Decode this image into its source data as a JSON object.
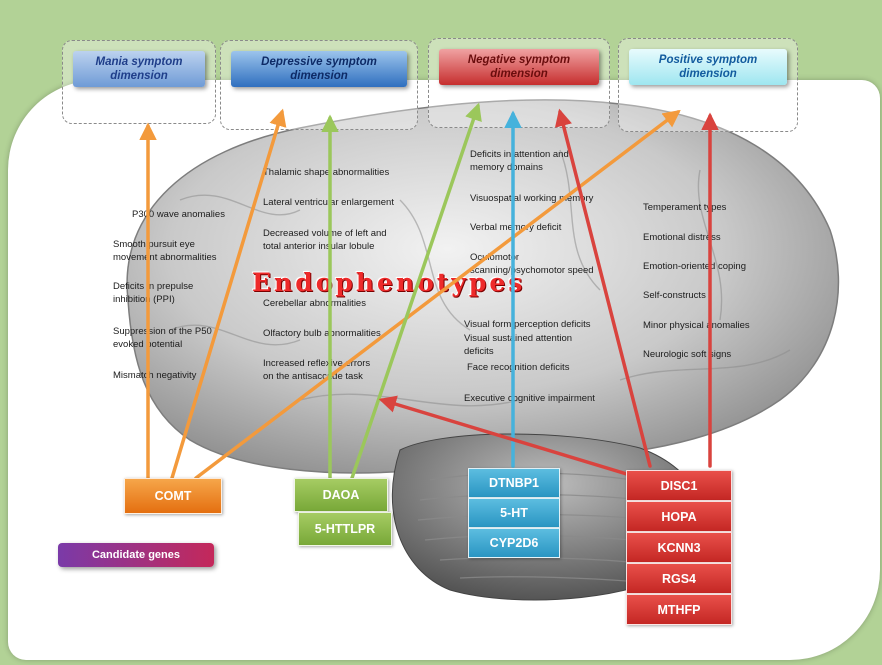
{
  "dimensions": {
    "mania": "Mania symptom\ndimension",
    "depressive": "Depressive symptom\ndimension",
    "negative": "Negative symptom\ndimension",
    "positive": "Positive symptom\ndimension"
  },
  "center_label": "Endophenotypes",
  "left_column": [
    "P300 wave anomalies",
    "Smooth pursuit eye\nmovement abnormalities",
    "Deficits in prepulse\ninhibition (PPI)",
    "Suppression of the P50\nevoked potential",
    "Mismatch negativity"
  ],
  "middle_column": [
    "Thalamic shape abnormalities",
    "Lateral ventricular enlargement",
    "Decreased volume of left and\ntotal anterior insular lobule",
    "Cerebellar abnormalities",
    "Olfactory bulb abnormalities",
    "Increased reflexive errors\non the antisaccade task"
  ],
  "right_middle_column": [
    "Deficits  in attention and\nmemory domains",
    "Visuospatial   working memory",
    "Verbal   memory deficit",
    "Oculomotor\nscanning/psychomotor speed",
    "Visual form perception deficits",
    "Visual sustained attention\ndeficits",
    "Face recognition deficits",
    "Executive cognitive impairment"
  ],
  "right_column": [
    "Temperament types",
    "Emotional distress",
    "Emotion-oriented coping",
    "Self-constructs",
    "Minor physical anomalies",
    "Neurologic soft signs"
  ],
  "genes": {
    "orange": [
      "COMT"
    ],
    "green": [
      "DAOA",
      "5-HTTLPR"
    ],
    "blue": [
      "DTNBP1",
      "5-HT",
      "CYP2D6"
    ],
    "red": [
      "DISC1",
      "HOPA",
      "KCNN3",
      "RGS4",
      "MTHFP"
    ]
  },
  "candidate_label": "Candidate genes",
  "colors": {
    "background": "#b2d296",
    "orange": "#f39a3c",
    "green": "#9bc75b",
    "blue": "#46b2dc",
    "red": "#d9433e"
  }
}
